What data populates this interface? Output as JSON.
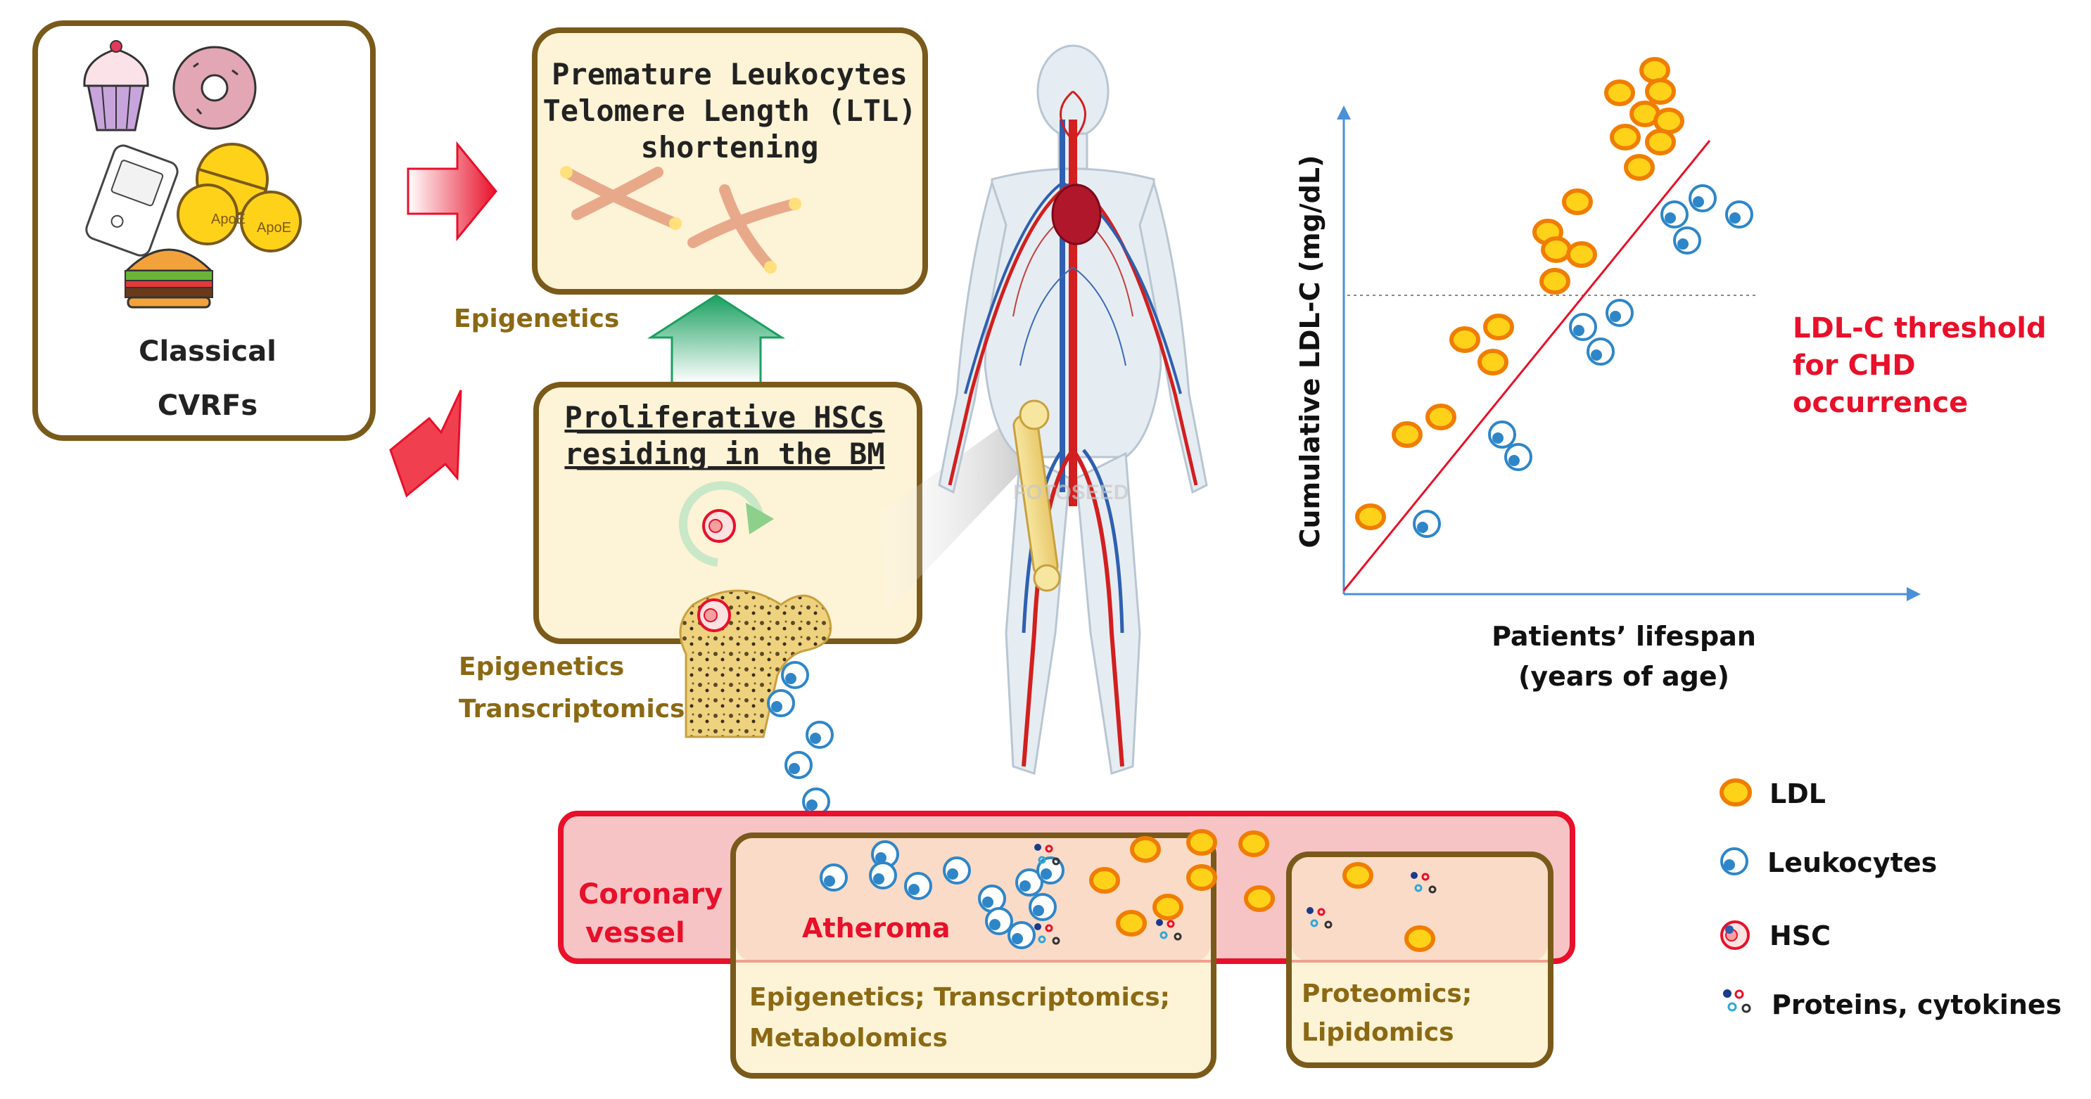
{
  "boxes": {
    "cvrfs": {
      "line1": "Classical",
      "line2": "CVRFs",
      "apoe": "ApoE"
    },
    "ltl": {
      "line1": "Premature Leukocytes",
      "line2": "Telomere Length (LTL)",
      "line3": "shortening"
    },
    "hsc": {
      "line1": "Proliferative HSCs",
      "line2": "residing in the BM"
    },
    "atheroma": {
      "title": "Atheroma",
      "omics1": "Epigenetics; Transcriptomics;",
      "omics2": "Metabolomics"
    },
    "plasma": {
      "omics1": "Proteomics;",
      "omics2": "Lipidomics"
    }
  },
  "labels": {
    "epigenetics_top": "Epigenetics",
    "epigenetics_bm": "Epigenetics",
    "transcriptomics_bm": "Transcriptomics",
    "coronary1": "Coronary",
    "coronary2": "vessel",
    "watermark": "FOTOSEED"
  },
  "chart": {
    "ylabel": "Cumulative LDL-C (mg/dL)",
    "xlabel1": "Patients’ lifespan",
    "xlabel2": "(years of age)",
    "threshold1": "LDL-C threshold",
    "threshold2": "for CHD",
    "threshold3": "occurrence"
  },
  "legend": {
    "ldl": "LDL",
    "leukocytes": "Leukocytes",
    "hsc": "HSC",
    "proteins": "Proteins, cytokines"
  },
  "colors": {
    "box_border": "#7a5a1a",
    "box_fill": "#fdf3d6",
    "label_gold": "#8b6914",
    "red_text": "#e8102a",
    "ldl_fill": "#ffd21a",
    "ldl_stroke": "#f07d00",
    "leuko_blue": "#2e86c8",
    "axis_blue": "#4a90d9"
  }
}
